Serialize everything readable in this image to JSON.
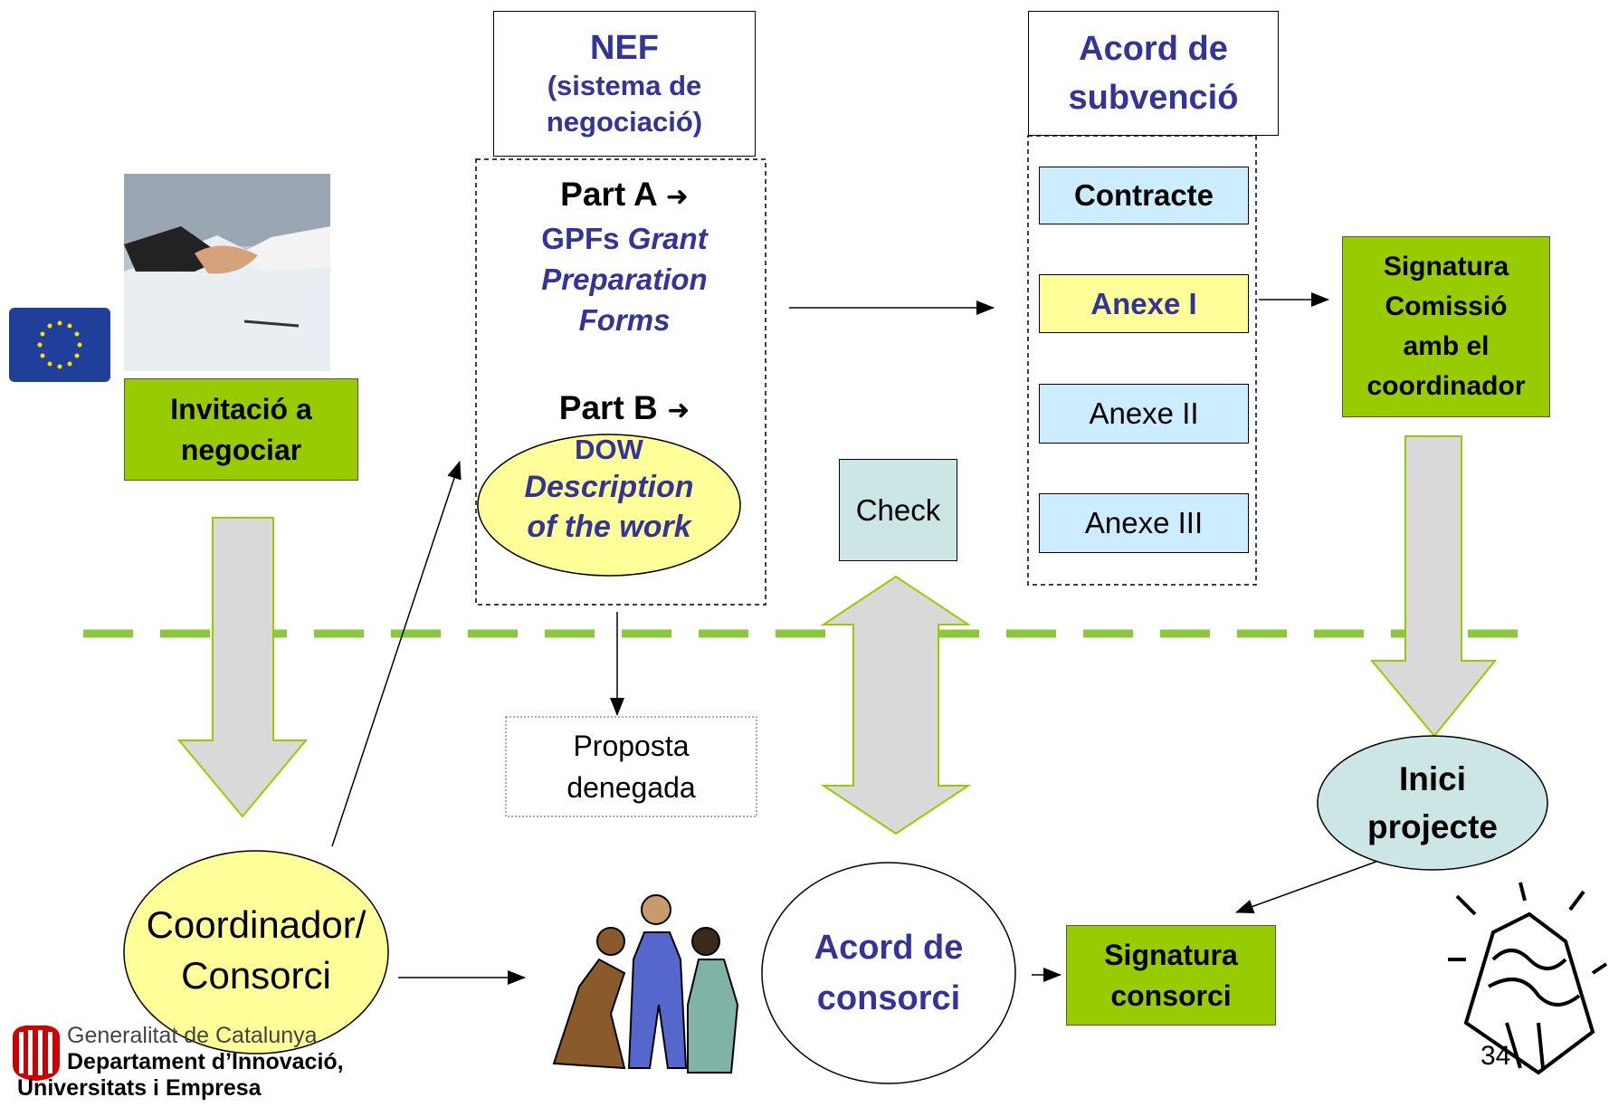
{
  "colors": {
    "green_box": "#99cc00",
    "light_blue_box": "#ccecff",
    "light_yellow_box": "#ffff99",
    "teal_box": "#cce6e6",
    "navy_text": "#333399",
    "dashed_line": "#8cc63f",
    "gray_arrow": "#d9d9d9"
  },
  "nef": {
    "title": "NEF",
    "subtitle_line1": "(sistema de",
    "subtitle_line2": "negociació)"
  },
  "part_a": {
    "label": "Part A",
    "arrow": "➜",
    "line1": "GPFs",
    "line1_italic": "Grant",
    "line2": "Preparation",
    "line3": "Forms"
  },
  "part_b": {
    "label": "Part B",
    "arrow": "➜",
    "line1": "DOW",
    "line2": "Description",
    "line3": "of the work"
  },
  "acord_subvencio": {
    "line1": "Acord de",
    "line2": "subvenció"
  },
  "annex_items": {
    "contracte": "Contracte",
    "anexe1": "Anexe I",
    "anexe2": "Anexe II",
    "anexe3": "Anexe III"
  },
  "signatura_comissio": {
    "line1": "Signatura",
    "line2": "Comissió",
    "line3": "amb el",
    "line4": "coordinador"
  },
  "invitacio": {
    "line1": "Invitació a",
    "line2": "negociar"
  },
  "check": "Check",
  "proposta": {
    "line1": "Proposta",
    "line2": "denegada"
  },
  "inici": {
    "line1": "Inici",
    "line2": "projecte"
  },
  "coordinador": {
    "line1": "Coordinador/",
    "line2": "Consorci"
  },
  "acord_consorci": {
    "line1": "Acord de",
    "line2": "consorci"
  },
  "signatura_consorci": {
    "line1": "Signatura",
    "line2": "consorci"
  },
  "footer": {
    "line1": "Generalitat de Catalunya",
    "line2": "Departament d’Innovació,",
    "line3": "Universitats i Empresa"
  },
  "page_number": "34",
  "icons": {
    "eu_flag": "eu-flag-icon",
    "handshake": "handshake-photo",
    "people": "people-clipart",
    "celebration": "celebration-clipart",
    "logo": "generalitat-logo-icon"
  }
}
